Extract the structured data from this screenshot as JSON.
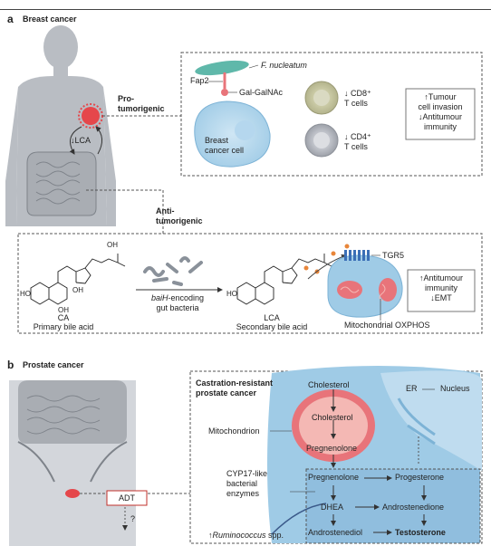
{
  "panel_a": {
    "letter": "a",
    "title": "Breast cancer",
    "pro_label": "Pro-\ntumorigenic",
    "lca_label": "↓LCA",
    "anti_label": "Anti-\ntumorigenic",
    "fnucleatum": "F. nucleatum",
    "fap2": "Fap2",
    "galgalnac": "Gal-GalNAc",
    "breast_cell": "Breast\ncancer cell",
    "cd8": "↓ CD8⁺\nT cells",
    "cd4": "↓ CD4⁺\nT cells",
    "effect_pro": "↑Tumour\ncell invasion\n↓Antitumour\nimmunity",
    "oh_label": "OH",
    "ho_left": "HO",
    "oh_ca1": "OH",
    "oh_ca2": "OH",
    "ho_lca": "HO",
    "ca_name": "CA",
    "ca_desc": "Primary bile acid",
    "bacteria_gene": "baiH",
    "bacteria_label": "-encoding\ngut bacteria",
    "lca_name": "LCA",
    "lca_desc": "Secondary bile acid",
    "tgr5": "TGR5",
    "effect_anti": "↑Antitumour\nimmunity\n↓EMT",
    "oxphos": "Mitochondrial OXPHOS"
  },
  "panel_b": {
    "letter": "b",
    "title": "Prostate cancer",
    "crpc": "Castration-resistant\nprostate cancer",
    "cholesterol_top": "Cholesterol",
    "er": "ER",
    "nucleus": "Nucleus",
    "cholesterol_mito": "Cholesterol",
    "pregnenolone_mito": "Pregnenolone",
    "mitochondrion": "Mitochondrion",
    "cyp17": "CYP17-like\nbacterial\nenzymes",
    "pregnenolone": "Pregnenolone",
    "progesterone": "Progesterone",
    "dhea": "DHEA",
    "androstenedione": "Androstenedione",
    "androstenediol": "Androstenediol",
    "testosterone": "Testosterone",
    "ruminococcus": "Ruminococcus",
    "ruminococcus_prefix": "↑",
    "ruminococcus_suffix": " spp.",
    "adt": "ADT",
    "question": "?"
  },
  "colors": {
    "body_grey": "#b9bdc3",
    "intestine": "#a9adb3",
    "cell_blue": "#9fcbe6",
    "cell_blue_light": "#cfe6f4",
    "teal": "#5fb8aa",
    "mito_red": "#e8747a",
    "mito_pink": "#f4b8b4",
    "orange": "#e8863a",
    "tumour_red": "#e5474b"
  }
}
